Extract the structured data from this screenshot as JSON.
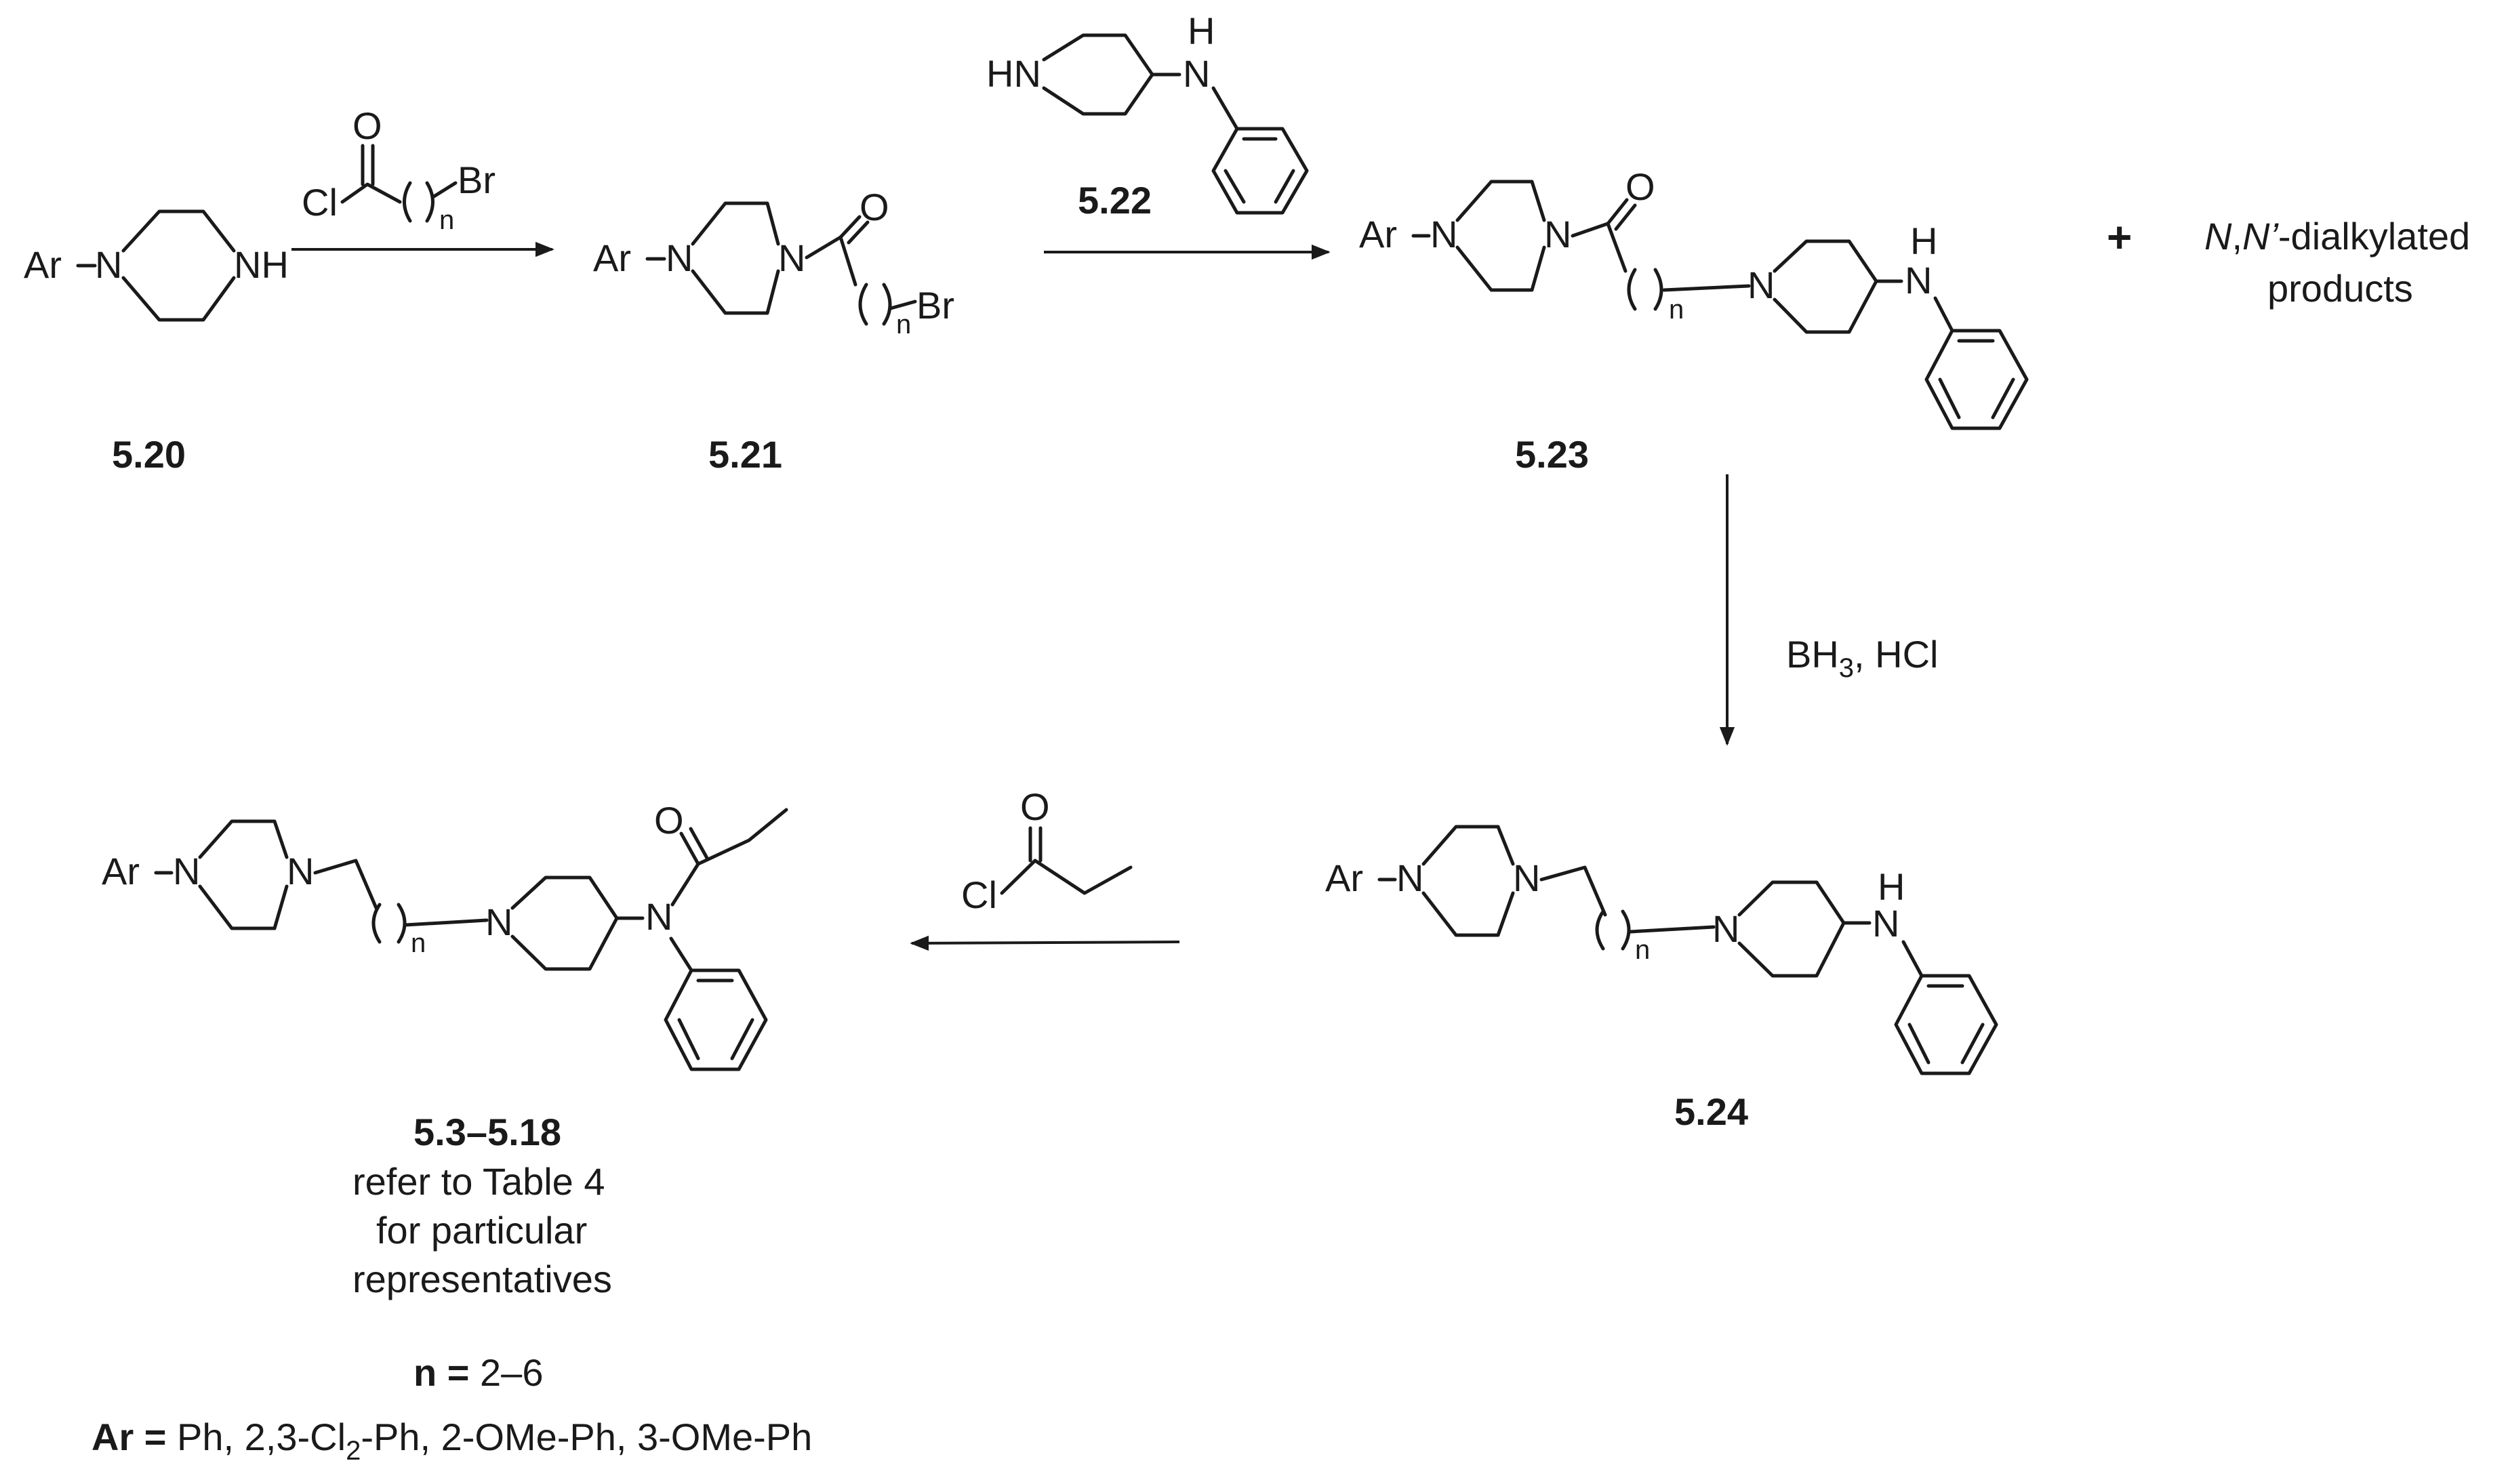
{
  "atoms": {
    "ar": "Ar",
    "nitrogen": "N",
    "nh": "NH",
    "hn": "HN",
    "hydrogen": "H",
    "oxygen": "O",
    "chlorine": "Cl",
    "bromine": "Br",
    "n_sub": "n"
  },
  "compounds": {
    "c520": "5.20",
    "c521": "5.21",
    "c522": "5.22",
    "c523": "5.23",
    "c524": "5.24",
    "c53_518": "5.3–5.18"
  },
  "side_product": {
    "plus": "+",
    "line1_italic_a": "N",
    "line1_comma": ",",
    "line1_italic_b": "N’",
    "line1_rest": "-dialkylated",
    "line2": "products"
  },
  "reagents": {
    "bh3": "BH",
    "bh3_sub": "3",
    "bh3_rest": ", HCl"
  },
  "footnote": {
    "line1": "refer to Table 4",
    "line2": "for particular",
    "line3": "representatives",
    "n_label": "n =",
    "n_value": " 2–6",
    "ar_label": "Ar =",
    "ar_value_a": " Ph, 2,3-Cl",
    "ar_value_sub": "2",
    "ar_value_b": "-Ph,  2-OMe-Ph,  3-OMe-Ph"
  }
}
